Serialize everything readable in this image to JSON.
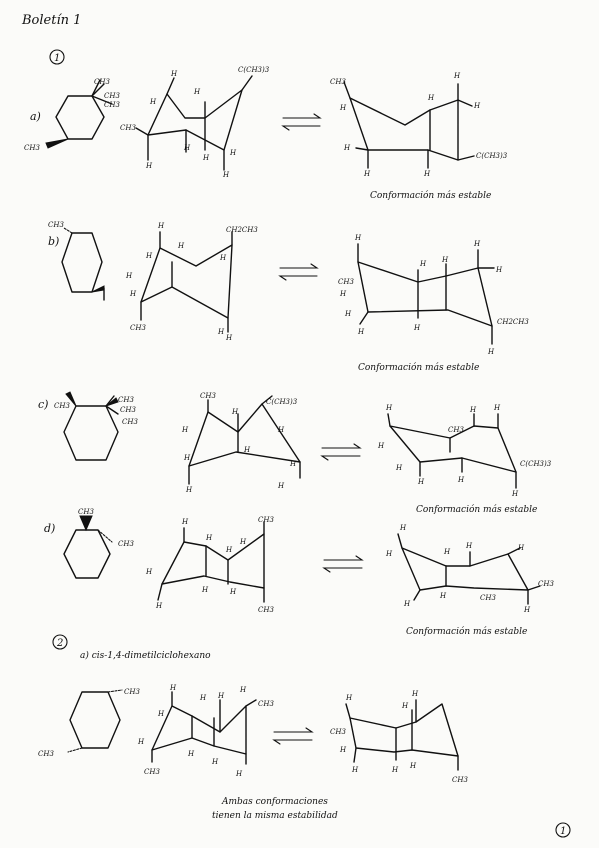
{
  "page": {
    "title": "Boletín 1",
    "page_number": "1"
  },
  "sections": {
    "q1": {
      "number": "1",
      "a": {
        "label": "a)",
        "sub_ch3_1": "CH3",
        "sub_ch3_2": "CH3",
        "sub_ch3_3": "CH3",
        "sub_ch3_left": "CH3",
        "chair1_tbu": "C(CH3)3",
        "chair1_ch3": "CH3",
        "chair2_ch3": "CH3",
        "chair2_tbu": "C(CH3)3",
        "caption": "Conformación más estable"
      },
      "b": {
        "label": "b)",
        "sub_ch3": "CH3",
        "chair1_et": "CH2CH3",
        "chair1_ch3": "CH3",
        "chair2_ch3": "CH3",
        "chair2_et": "CH2CH3",
        "caption": "Conformación más estable"
      },
      "c": {
        "label": "c)",
        "sub_ch3_1": "CH3",
        "sub_ch3_2": "CH3",
        "sub_ch3_3": "CH3",
        "sub_ch3_4": "CH3",
        "chair1_ch3": "CH3",
        "chair1_tbu": "C(CH3)3",
        "chair2_ch3": "CH3",
        "chair2_tbu": "C(CH3)3",
        "caption": "Conformación más estable"
      },
      "d": {
        "label": "d)",
        "sub_ch3_1": "CH3",
        "sub_ch3_2": "CH3",
        "chair1_ch3_top": "CH3",
        "chair1_ch3_bot": "CH3",
        "chair2_ch3_right": "CH3",
        "chair2_ch3_bot": "CH3",
        "caption": "Conformación más estable"
      }
    },
    "q2": {
      "number": "2",
      "a": {
        "label": "a) cis-1,4-dimetilciclohexano",
        "sub_ch3_right": "CH3",
        "sub_ch3_left": "CH3",
        "chair1_ch3_top": "CH3",
        "chair1_ch3_bot": "CH3",
        "chair2_ch3_left": "CH3",
        "chair2_ch3_bot": "CH3",
        "caption_line1": "Ambas conformaciones",
        "caption_line2": "tienen la misma estabilidad"
      }
    }
  }
}
